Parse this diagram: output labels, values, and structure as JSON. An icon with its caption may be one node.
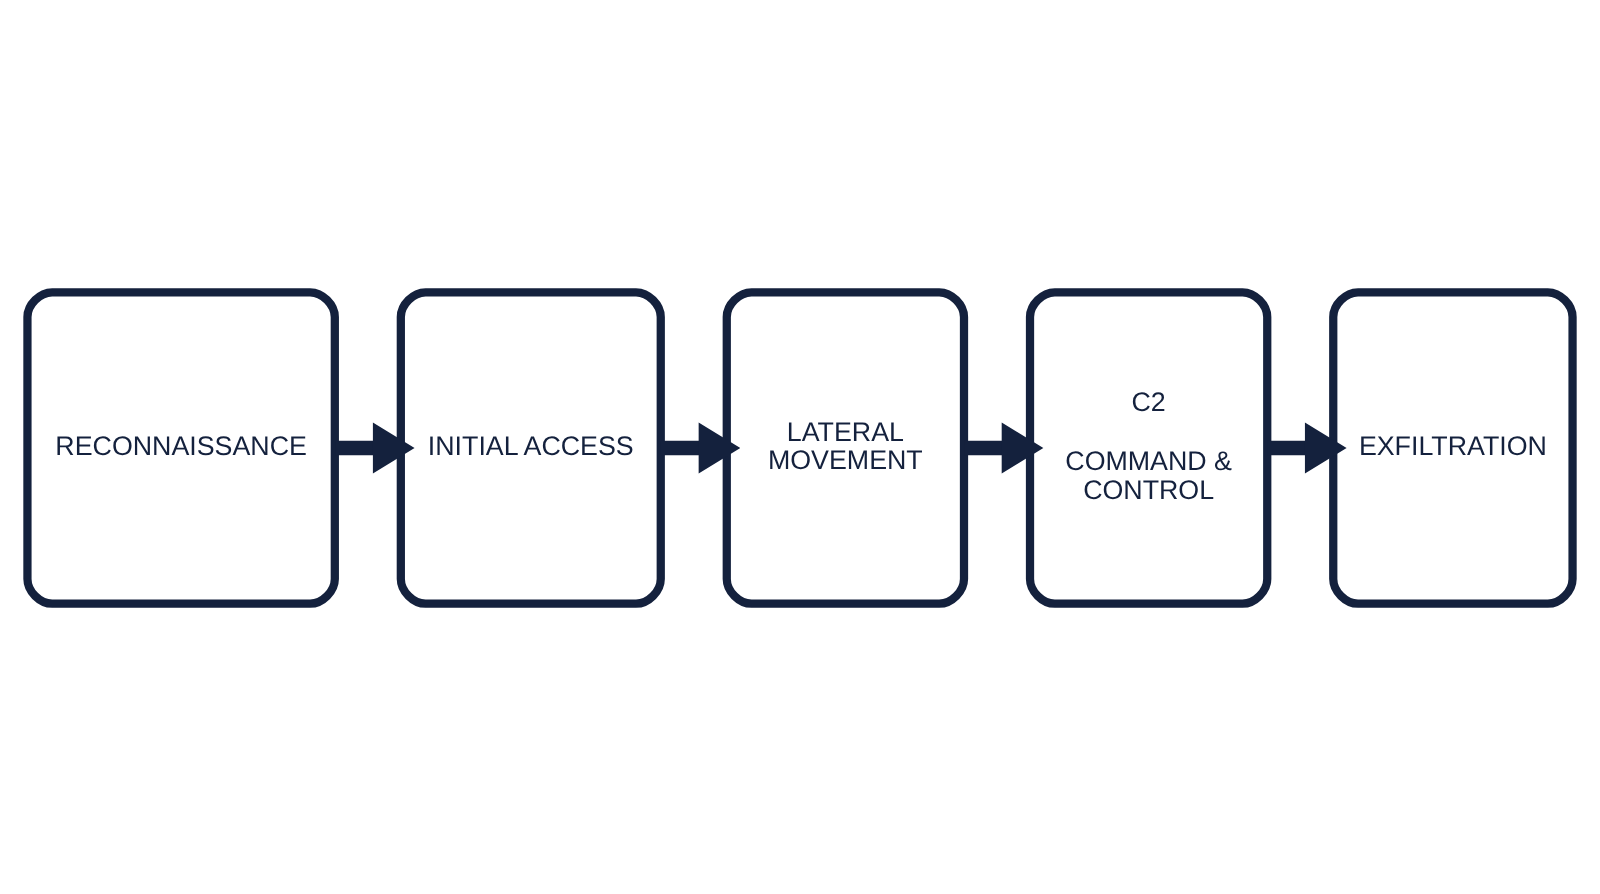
{
  "diagram": {
    "nodes": [
      {
        "text": [
          "RECONNAISSANCE"
        ]
      },
      {
        "text": [
          "INITIAL ACCESS"
        ]
      },
      {
        "text": [
          "LATERAL MOVEMENT"
        ]
      },
      {
        "text": [
          "C2",
          "COMMAND & CONTROL"
        ]
      },
      {
        "text": [
          "EXFILTRATION"
        ]
      }
    ],
    "edges": [
      {
        "from": 0,
        "to": 1,
        "arrow": "to"
      },
      {
        "from": 1,
        "to": 2,
        "arrow": "to"
      },
      {
        "from": 2,
        "to": 3,
        "arrow": "to"
      },
      {
        "from": 3,
        "to": 4,
        "arrow": "to"
      }
    ]
  }
}
